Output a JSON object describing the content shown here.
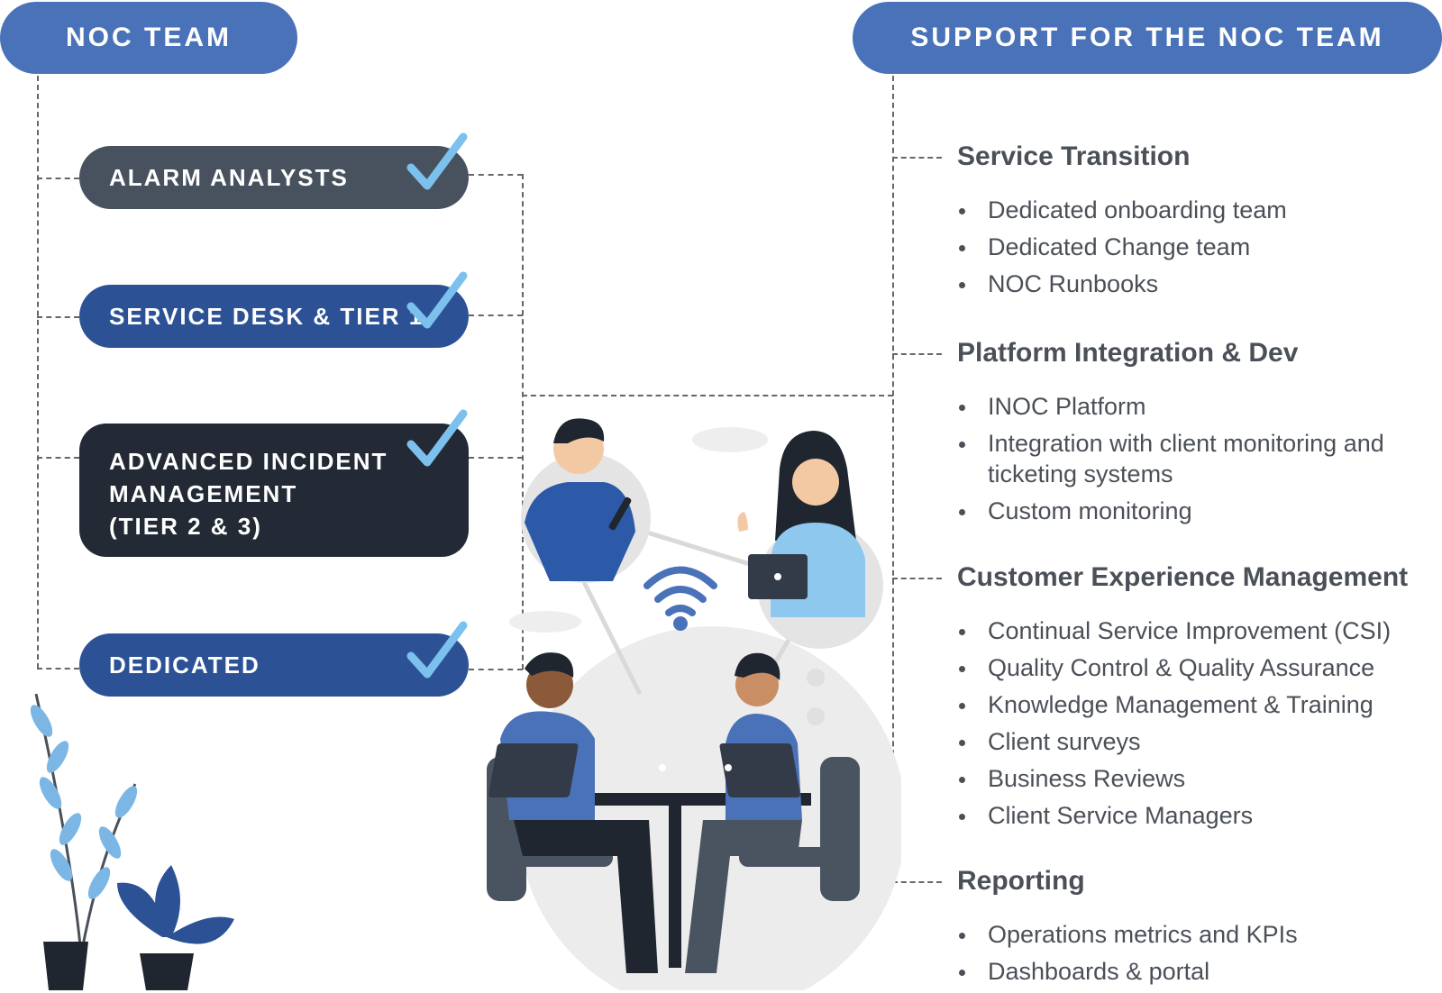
{
  "headers": {
    "noc_team": "NOC TEAM",
    "support": "SUPPORT FOR THE NOC TEAM"
  },
  "roles": [
    {
      "lines": [
        "ALARM ANALYSTS"
      ],
      "checked": true
    },
    {
      "lines": [
        "SERVICE DESK & TIER 1"
      ],
      "checked": true
    },
    {
      "lines": [
        "ADVANCED INCIDENT",
        "MANAGEMENT",
        "(TIER 2 & 3)"
      ],
      "checked": true
    },
    {
      "lines": [
        "DEDICATED"
      ],
      "checked": true
    }
  ],
  "support_sections": [
    {
      "title": "Service Transition",
      "items": [
        "Dedicated onboarding team",
        "Dedicated Change team",
        "NOC Runbooks"
      ]
    },
    {
      "title": "Platform Integration & Dev",
      "items": [
        "INOC Platform",
        "Integration with client monitoring and ticketing systems",
        "Custom monitoring"
      ]
    },
    {
      "title": "Customer Experience Management",
      "items": [
        "Continual Service Improvement (CSI)",
        "Quality Control & Quality Assurance",
        "Knowledge Management & Training",
        "Client surveys",
        "Business Reviews",
        "Client Service Managers"
      ]
    },
    {
      "title": "Reporting",
      "items": [
        "Operations metrics and KPIs",
        "Dashboards & portal"
      ]
    }
  ],
  "colors": {
    "header_blue": "#4a72b8",
    "slate": "#48525f",
    "navy": "#2c5295",
    "dark": "#232a35",
    "check_blue": "#7cc0ee",
    "text_gray": "#4b5058"
  },
  "icons": [
    "checkmark-icon",
    "wifi-icon",
    "plant-icon",
    "person-illustration",
    "laptop-icon"
  ]
}
